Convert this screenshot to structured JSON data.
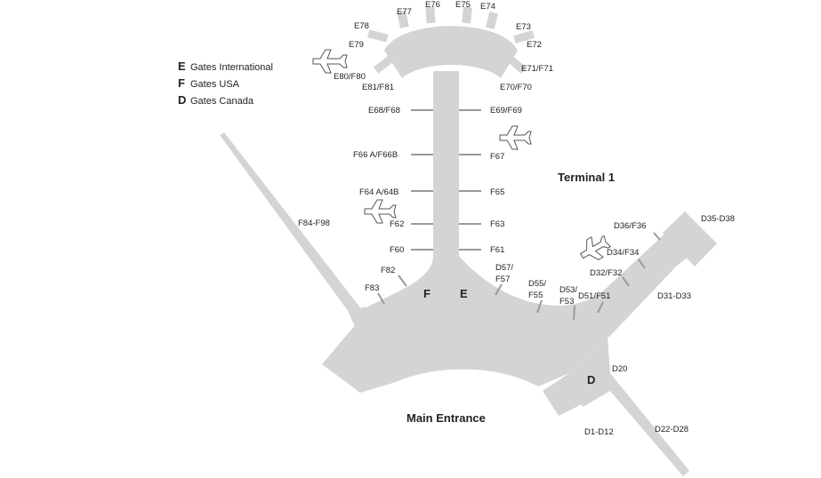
{
  "legend": [
    {
      "letter": "E",
      "label": "Gates International"
    },
    {
      "letter": "F",
      "label": "Gates USA"
    },
    {
      "letter": "D",
      "label": "Gates Canada"
    }
  ],
  "areas": {
    "terminal": "Terminal 1",
    "entrance": "Main Entrance"
  },
  "concourse_letters": {
    "f": "F",
    "e": "E",
    "d": "D"
  },
  "gates": {
    "e77": "E77",
    "e76": "E76",
    "e75": "E75",
    "e74": "E74",
    "e78": "E78",
    "e73": "E73",
    "e79": "E79",
    "e72": "E72",
    "e80_f80": "E80/F80",
    "e71_f71": "E71/F71",
    "e81_f81": "E81/F81",
    "e70_f70": "E70/F70",
    "e68_f68": "E68/F68",
    "e69_f69": "E69/F69",
    "f66": "F66 A/F66B",
    "f67": "F67",
    "f64": "F64 A/64B",
    "f65": "F65",
    "f62": "F62",
    "f63": "F63",
    "f60": "F60",
    "f61": "F61",
    "f82": "F82",
    "f83": "F83",
    "f84_f98": "F84-F98",
    "d57_a": "D57/",
    "d57_b": "F57",
    "d55_a": "D55/",
    "d55_b": "F55",
    "d53_a": "D53/",
    "d53_b": "F53",
    "d51_f51": "D51/F51",
    "d32_f32": "D32/F32",
    "d34_f34": "D34/F34",
    "d36_f36": "D36/F36",
    "d35_d38": "D35-D38",
    "d31_d33": "D31-D33",
    "d20": "D20",
    "d1_d12": "D1-D12",
    "d22_d28": "D22-D28"
  },
  "icons": [
    "airplane-icon"
  ],
  "colors": {
    "building": "#d4d4d4",
    "text": "#222222",
    "background": "#ffffff"
  }
}
